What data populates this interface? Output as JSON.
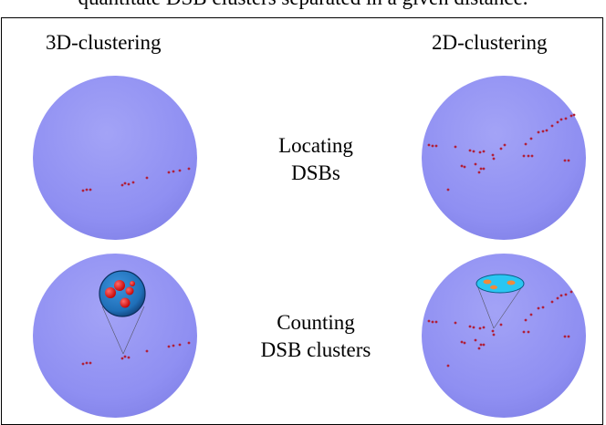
{
  "caption": "quantitate DSB clusters separated in a given distance.",
  "columns": {
    "left": "3D-clustering",
    "right": "2D-clustering"
  },
  "rows": {
    "locating": {
      "line1": "Locating",
      "line2": "DSBs"
    },
    "counting": {
      "line1": "Counting",
      "line2": "DSB clusters"
    }
  },
  "colors": {
    "nucleus": "#8f8ff2",
    "dsb_dot": "#b0203a",
    "sphere_zoom": "#1f6fb8",
    "disk_zoom": "#29c6f2"
  }
}
